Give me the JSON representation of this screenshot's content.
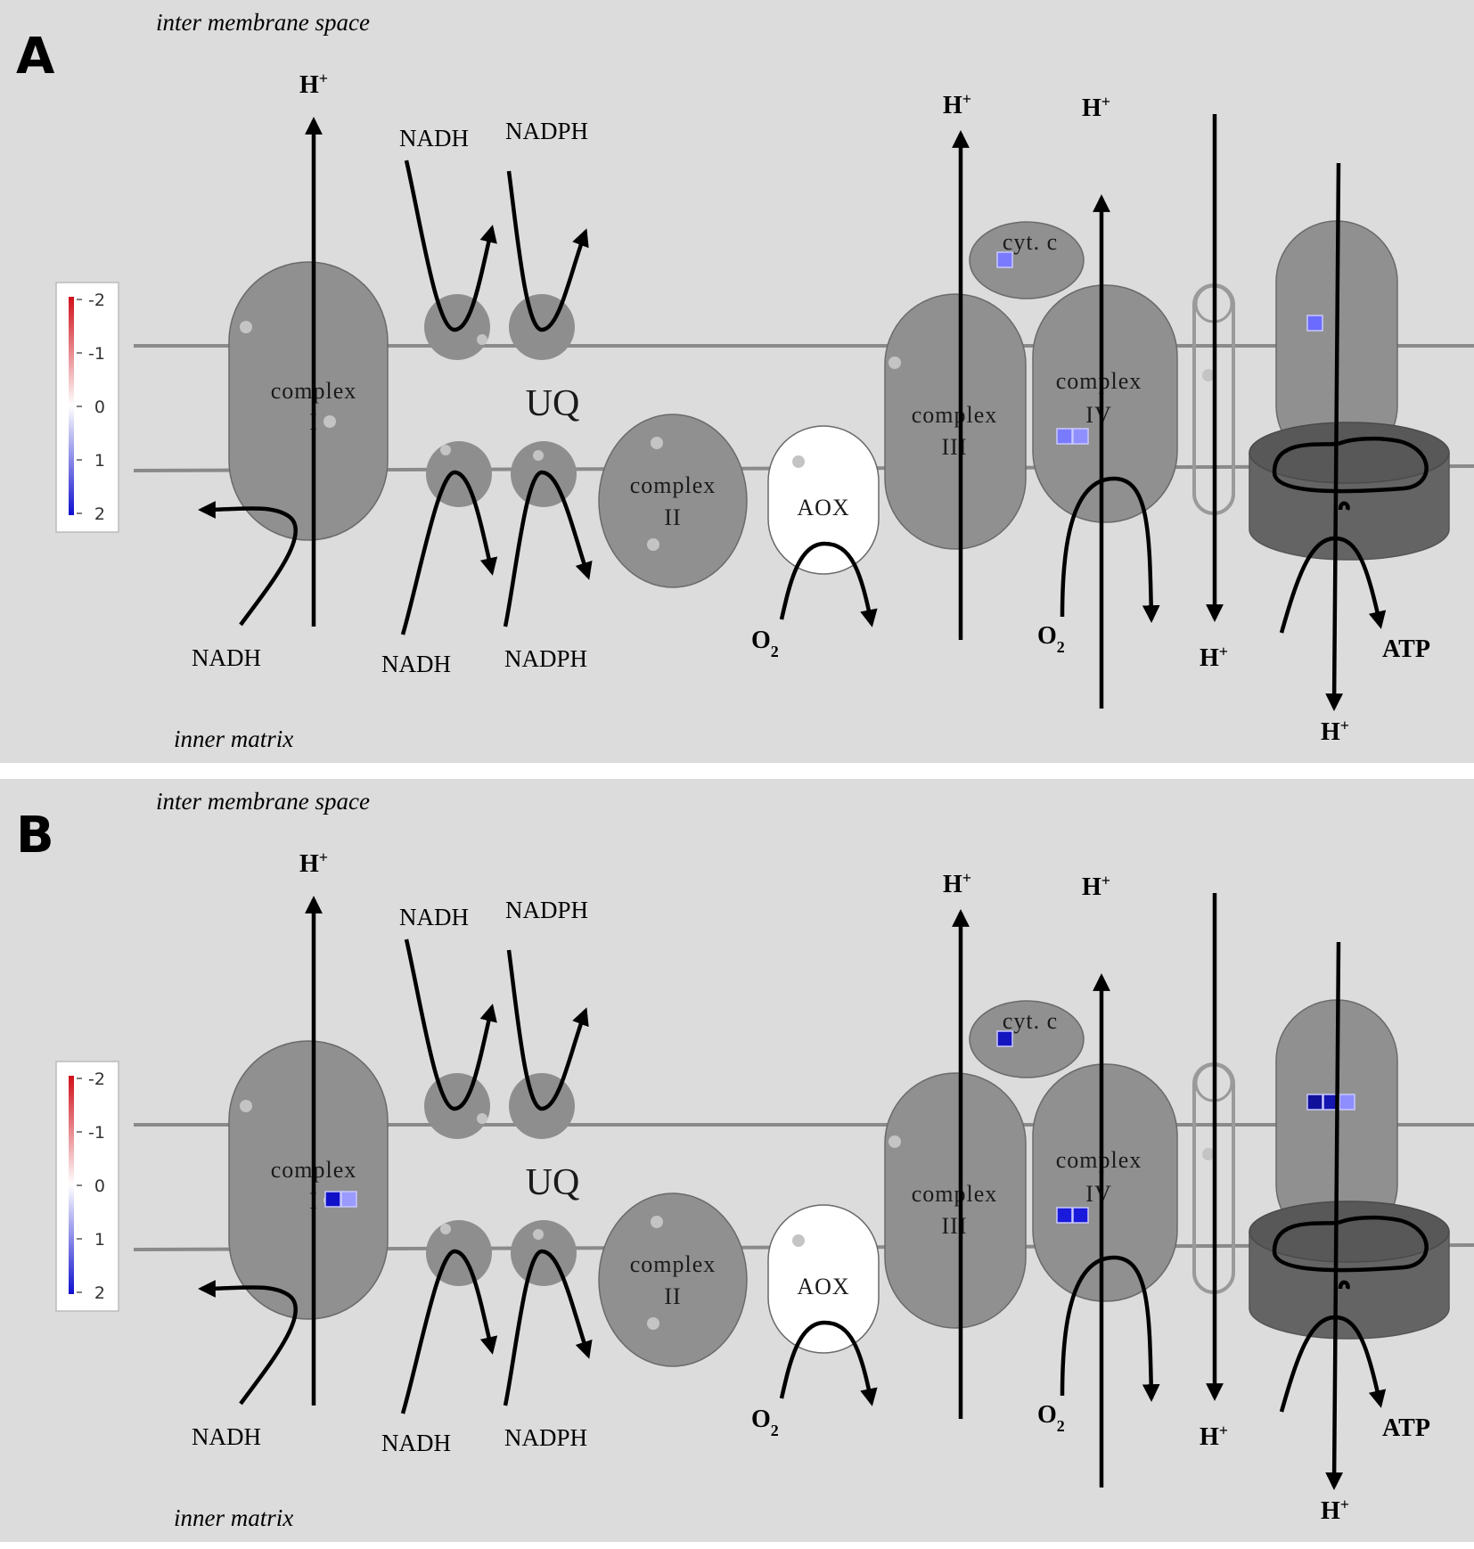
{
  "panels": [
    {
      "id": "A",
      "label": "A",
      "top_region": "inter membrane space",
      "bottom_region": "inner matrix",
      "markers": {
        "complex_i": [],
        "cyt_c": [
          "#7a7aff"
        ],
        "complex_iv": [
          "#7a7aff",
          "#8f8fff"
        ],
        "atp_synthase": [
          "#6b6bff"
        ]
      }
    },
    {
      "id": "B",
      "label": "B",
      "top_region": "inter membrane space",
      "bottom_region": "inner matrix",
      "markers": {
        "complex_i": [
          "#1010c8",
          "#9a9aff"
        ],
        "cyt_c": [
          "#1515c0"
        ],
        "complex_iv": [
          "#1a1adc",
          "#1a1adc"
        ],
        "atp_synthase": [
          "#10109a",
          "#1515b0",
          "#8e8eff"
        ]
      }
    }
  ],
  "labels": {
    "h_plus": "H",
    "plus": "+",
    "nadh": "NADH",
    "nadph": "NADPH",
    "o2": "O",
    "o2_sub": "2",
    "atp": "ATP",
    "uq": "UQ",
    "complex": "complex",
    "complex_i_num": "I",
    "complex_ii_num": "II",
    "complex_iii_num": "III",
    "complex_iv_num": "IV",
    "aox": "AOX",
    "cyt_c": "cyt. c"
  },
  "color_scale": {
    "ticks": [
      "-2",
      "-1",
      "0",
      "1",
      "2"
    ],
    "colors": {
      "negative": "#d0101a",
      "zero": "#ffffff",
      "positive": "#1010d0"
    }
  }
}
